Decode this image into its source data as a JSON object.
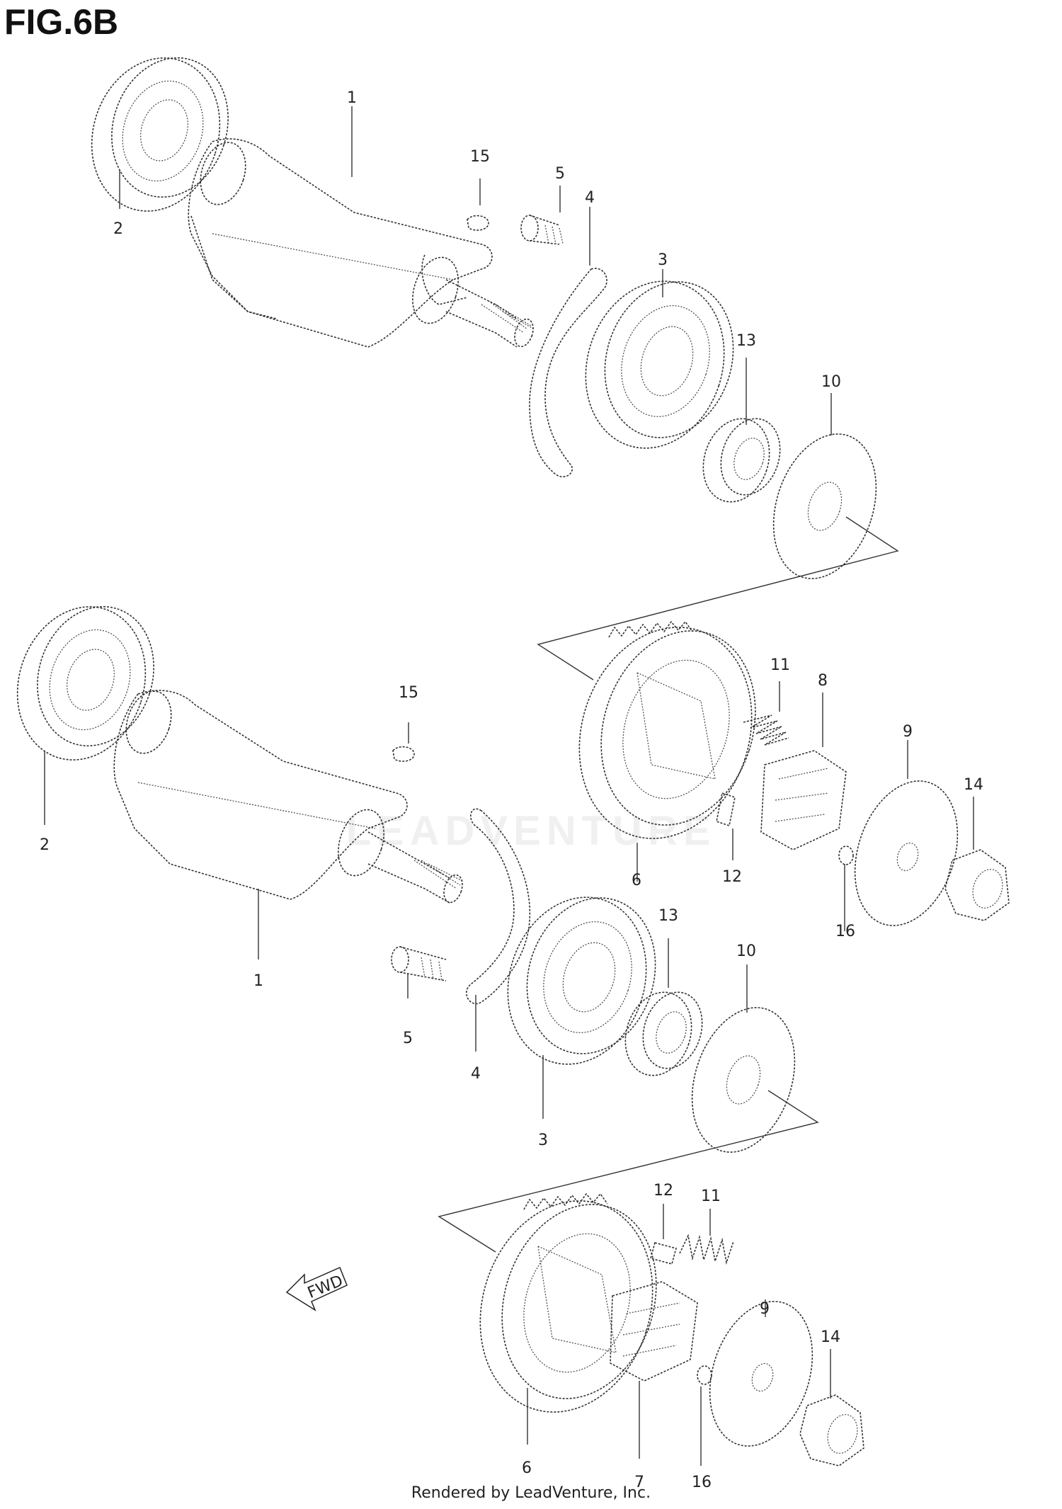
{
  "figure": {
    "title": "FIG.6B"
  },
  "footer": {
    "text": "Rendered by LeadVenture, Inc."
  },
  "watermark": {
    "text": "LEADVENTURE"
  },
  "arrow": {
    "text": "FWD"
  },
  "callouts": {
    "top": [
      "1",
      "2",
      "15",
      "5",
      "4",
      "3",
      "13",
      "10"
    ],
    "middle": [
      "15",
      "2",
      "1",
      "5",
      "4",
      "3",
      "13",
      "10",
      "11",
      "8",
      "9",
      "14",
      "6",
      "12",
      "16"
    ],
    "bottom": [
      "12",
      "11",
      "9",
      "14",
      "6",
      "7",
      "16"
    ]
  },
  "colors": {
    "line": "#333333",
    "background": "#ffffff"
  }
}
